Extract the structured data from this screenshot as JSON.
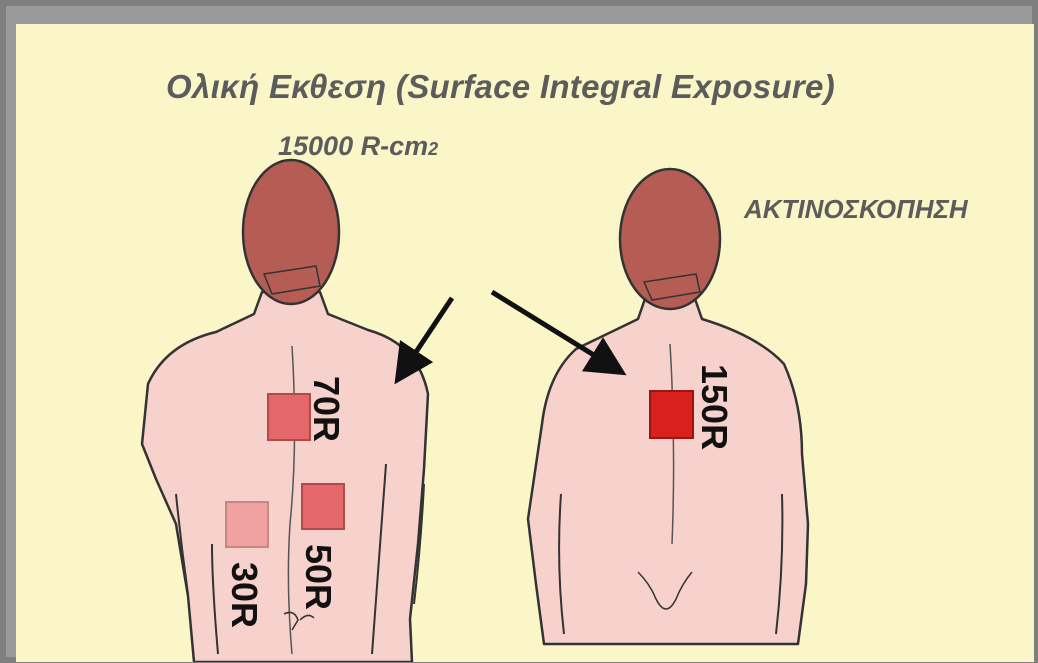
{
  "title": "Ολική Εκθεση (Surface Integral Exposure)",
  "total_exposure": {
    "value": "15000 R-cm",
    "subscript": "2"
  },
  "procedure_label": "ΑΚΤΙΝΟΣΚΟΠΗΣΗ",
  "left_figure": {
    "dose_fields": [
      {
        "label": "70R",
        "color": "#e4676a"
      },
      {
        "label": "50R",
        "color": "#e4676a"
      },
      {
        "label": "30R",
        "color": "#f0a2a2"
      }
    ]
  },
  "right_figure": {
    "dose_fields": [
      {
        "label": "150R",
        "color": "#d8211d"
      }
    ]
  },
  "colors": {
    "background": "#fbf6c8",
    "skin": "#f7d1cb",
    "hair": "#b55d55",
    "outline": "#333333",
    "text": "#5c5c5c"
  }
}
